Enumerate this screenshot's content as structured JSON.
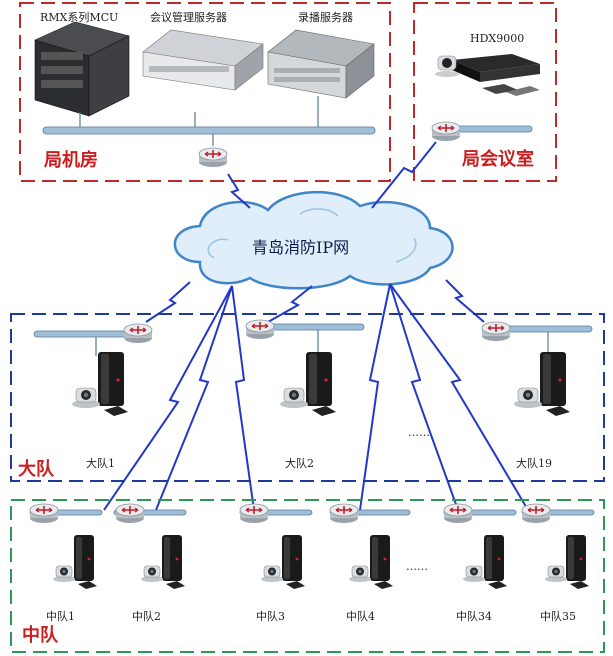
{
  "sections": {
    "juji": {
      "label": "局机房"
    },
    "juhuiyi": {
      "label": "局会议室"
    },
    "dadui": {
      "label": "大队"
    },
    "zhongdui": {
      "label": "中队"
    }
  },
  "servers": [
    {
      "label": "RMX系列MCU"
    },
    {
      "label": "会议管理服务器"
    },
    {
      "label": "录播服务器"
    }
  ],
  "hdx": {
    "label": "HDX9000"
  },
  "network": {
    "label": "青岛消防IP网"
  },
  "dadui_units": [
    {
      "label": "大队1"
    },
    {
      "label": "大队2"
    },
    {
      "label": "大队19"
    }
  ],
  "zhongdui_units": [
    {
      "label": "中队1"
    },
    {
      "label": "中队2"
    },
    {
      "label": "中队3"
    },
    {
      "label": "中队4"
    },
    {
      "label": "中队34"
    },
    {
      "label": "中队35"
    }
  ],
  "ellipsis": "……",
  "colors": {
    "red_dash": "#c0282a",
    "blue_dash": "#1f3a9a",
    "green_dash": "#2c9a55",
    "link": "#2239c8",
    "cloud": "#dfeefa",
    "cloud_edge": "#3f86c9",
    "bus": "#9fbfd8"
  }
}
